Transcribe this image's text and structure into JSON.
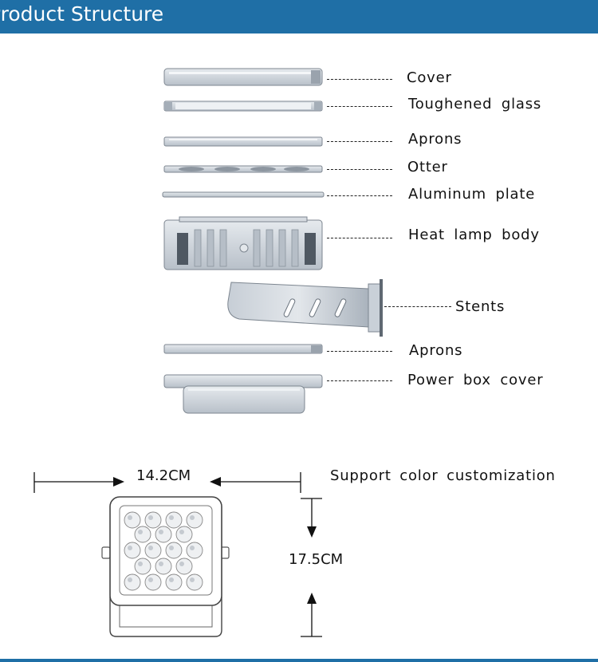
{
  "header": {
    "title": "Product Structure"
  },
  "parts": [
    {
      "label": "Cover"
    },
    {
      "label": "Toughened glass"
    },
    {
      "label": "Aprons"
    },
    {
      "label": "Otter"
    },
    {
      "label": "Aluminum plate"
    },
    {
      "label": "Heat lamp body"
    },
    {
      "label": "Stents"
    },
    {
      "label": "Aprons"
    },
    {
      "label": "Power box cover"
    }
  ],
  "dimensions": {
    "width": "14.2CM",
    "height": "17.5CM"
  },
  "note": "Support color customization",
  "colors": {
    "header_bg": "#1f6fa6",
    "part_fill": "#d3d9e0",
    "part_stroke": "#7d8690"
  }
}
